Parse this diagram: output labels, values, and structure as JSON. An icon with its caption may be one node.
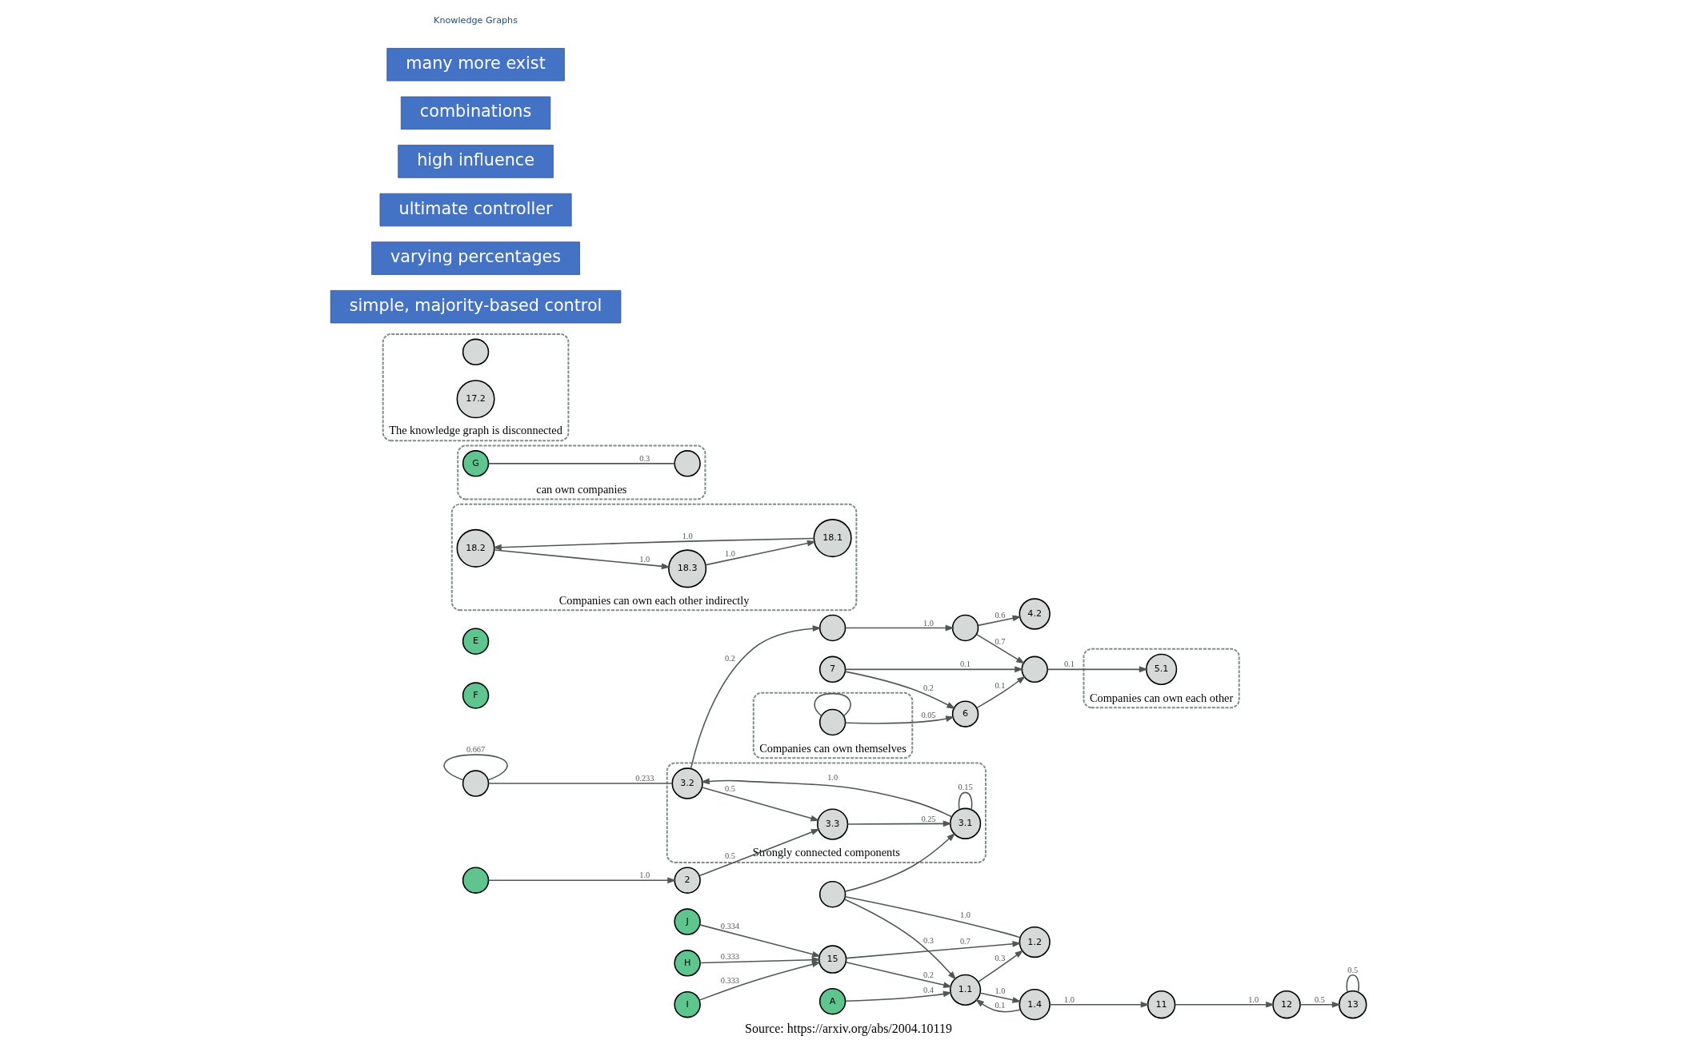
{
  "diagram": {
    "caption": "Source: https://arxiv.org/abs/2004.10119",
    "nodes": [
      {
        "text": [
          "Companies can own each other"
        ]
      },
      {
        "text": [
          "F"
        ]
      },
      {
        "text": [
          "E"
        ]
      },
      {
        "text": [
          "5.1"
        ],
        "in": 0
      },
      {
        "text": [],
        "shape": "circle"
      },
      {
        "text": [
          "4.2"
        ]
      },
      {
        "text": [],
        "shape": "circle"
      },
      {
        "text": [],
        "shape": "circle"
      },
      {
        "text": [
          "Companies can own each other indirectly"
        ]
      },
      {
        "text": [
          "18.2"
        ],
        "in": 8
      },
      {
        "text": [
          "18.3"
        ],
        "in": 8
      },
      {
        "text": [
          "18.1"
        ],
        "in": 8
      },
      {
        "text": [
          "Companies can own themselves"
        ]
      },
      {
        "text": [],
        "shape": "circle",
        "in": 12
      },
      {
        "text": [
          "6"
        ]
      },
      {
        "text": [
          "7"
        ]
      },
      {
        "text": [],
        "shape": "circle"
      },
      {
        "text": [
          "2"
        ]
      },
      {
        "text": [
          "can own companies"
        ]
      },
      {
        "text": [
          "G"
        ],
        "in": 18
      },
      {
        "text": [],
        "shape": "circle",
        "in": 18
      },
      {
        "text": [],
        "shape": "circle"
      },
      {
        "text": [
          "Strongly connected components"
        ]
      },
      {
        "text": [
          "3.2"
        ],
        "in": 22
      },
      {
        "text": [
          "3.3"
        ],
        "in": 22
      },
      {
        "text": [
          "3.1"
        ],
        "in": 22
      },
      {
        "text": [
          "The knowledge graph is disconnected"
        ]
      },
      {
        "text": [],
        "shape": "circle",
        "in": 26
      },
      {
        "text": [
          "17.2"
        ],
        "in": 26
      },
      {
        "text": [],
        "shape": "circle"
      },
      {
        "text": [
          "A"
        ]
      },
      {
        "text": [
          "1.2"
        ]
      },
      {
        "text": [
          "1.1"
        ]
      },
      {
        "text": [
          "13"
        ]
      },
      {
        "text": [
          "12"
        ]
      },
      {
        "text": [
          "11"
        ]
      },
      {
        "text": [
          "1.4"
        ]
      },
      {
        "text": [
          "15"
        ]
      },
      {
        "text": [
          "J"
        ]
      },
      {
        "text": [
          "H"
        ]
      },
      {
        "text": [
          "I"
        ]
      },
      {
        "text": [
          "simple, majority-based control"
        ]
      },
      {
        "text": [
          "varying percentages"
        ]
      },
      {
        "text": [
          "ultimate controller"
        ]
      },
      {
        "text": [
          "high influence"
        ]
      },
      {
        "text": [
          "combinations"
        ]
      },
      {
        "text": [
          "many more exist"
        ]
      }
    ],
    "edges": [
      {
        "from": 9,
        "to": 10,
        "arrow": "to",
        "label": "1.0"
      },
      {
        "from": 10,
        "to": 11,
        "arrow": "to",
        "label": "1.0"
      },
      {
        "from": 11,
        "to": 9,
        "arrow": "to",
        "label": "1.0"
      },
      {
        "from": 4,
        "to": 5,
        "arrow": "to",
        "label": "0.6"
      },
      {
        "from": 7,
        "to": 4,
        "arrow": "to",
        "label": "1.0"
      },
      {
        "from": 4,
        "to": 6,
        "arrow": "to",
        "label": "0.7"
      },
      {
        "from": 6,
        "to": 3,
        "arrow": "to",
        "label": "0.1"
      },
      {
        "from": 14,
        "to": 6,
        "arrow": "to",
        "label": "0.1"
      },
      {
        "from": 15,
        "to": 6,
        "arrow": "to",
        "label": "0.1"
      },
      {
        "from": 15,
        "to": 14,
        "arrow": "to",
        "label": "0.2"
      },
      {
        "from": 13,
        "to": 14,
        "arrow": "to",
        "label": "0.05"
      },
      {
        "from": 13,
        "to": 13,
        "arrow": "none"
      },
      {
        "from": 16,
        "to": 17,
        "arrow": "to",
        "label": "1.0"
      },
      {
        "from": 17,
        "to": 24,
        "arrow": "to",
        "label": "0.5"
      },
      {
        "from": 23,
        "to": 24,
        "arrow": "to",
        "label": "0.5"
      },
      {
        "from": 24,
        "to": 25,
        "arrow": "to",
        "label": "0.25"
      },
      {
        "from": 25,
        "to": 23,
        "arrow": "to",
        "label": "1.0"
      },
      {
        "from": 25,
        "to": 25,
        "arrow": "none",
        "label": "0.15"
      },
      {
        "from": 23,
        "to": 7,
        "arrow": "to",
        "label": "0.2"
      },
      {
        "from": 21,
        "to": 23,
        "arrow": "none",
        "label": "0.233"
      },
      {
        "from": 21,
        "to": 21,
        "arrow": "none",
        "label": "0.667"
      },
      {
        "from": 19,
        "to": 20,
        "arrow": "none",
        "label": "0.3"
      },
      {
        "from": 29,
        "to": 25,
        "arrow": "to"
      },
      {
        "from": 31,
        "to": 29,
        "arrow": "none",
        "label": "1.0"
      },
      {
        "from": 29,
        "to": 32,
        "arrow": "to",
        "label": "0.3"
      },
      {
        "from": 30,
        "to": 32,
        "arrow": "to",
        "label": "0.4"
      },
      {
        "from": 32,
        "to": 31,
        "arrow": "to",
        "label": "0.3"
      },
      {
        "from": 37,
        "to": 31,
        "arrow": "to",
        "label": "0.7"
      },
      {
        "from": 37,
        "to": 32,
        "arrow": "to",
        "label": "0.2"
      },
      {
        "from": 32,
        "to": 36,
        "arrow": "to",
        "label": "1.0"
      },
      {
        "from": 36,
        "to": 32,
        "arrow": "to",
        "label": "0.1"
      },
      {
        "from": 36,
        "to": 35,
        "arrow": "to",
        "label": "1.0"
      },
      {
        "from": 35,
        "to": 34,
        "arrow": "to",
        "label": "1.0"
      },
      {
        "from": 34,
        "to": 33,
        "arrow": "to",
        "label": "0.5"
      },
      {
        "from": 33,
        "to": 33,
        "arrow": "none",
        "label": "0.5"
      },
      {
        "from": 38,
        "to": 37,
        "arrow": "to",
        "label": "0.334"
      },
      {
        "from": 39,
        "to": 37,
        "arrow": "to",
        "label": "0.333"
      },
      {
        "from": 40,
        "to": 37,
        "arrow": "to",
        "label": "0.333"
      }
    ],
    "labels": [
      "Knowledge Graphs"
    ]
  }
}
